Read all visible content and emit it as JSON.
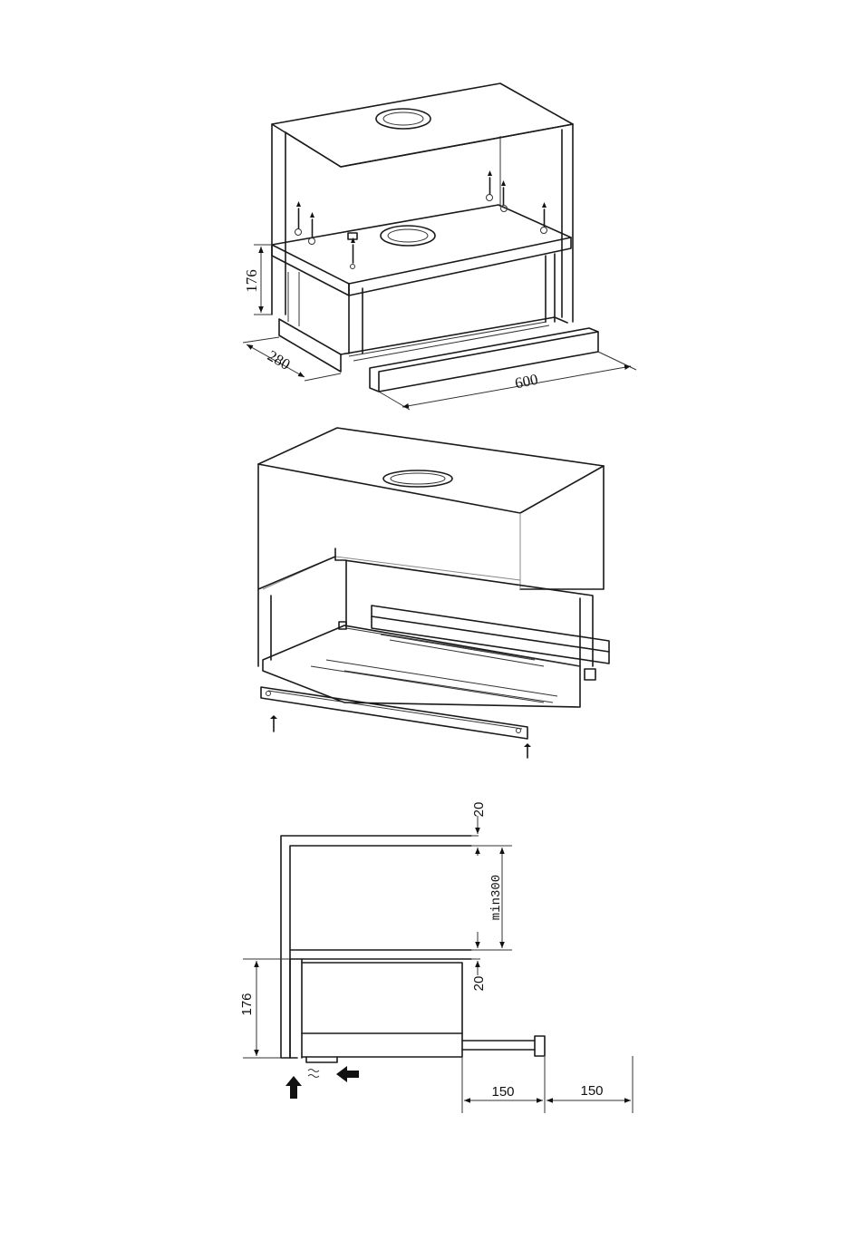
{
  "figure1": {
    "dim_height": "176",
    "dim_depth": "280",
    "dim_width": "600"
  },
  "figure3": {
    "dim_top_gap": "20",
    "dim_min_clearance": "min300",
    "dim_lower_gap": "20",
    "dim_height": "176",
    "dim_extension_1": "150",
    "dim_extension_2": "150"
  }
}
